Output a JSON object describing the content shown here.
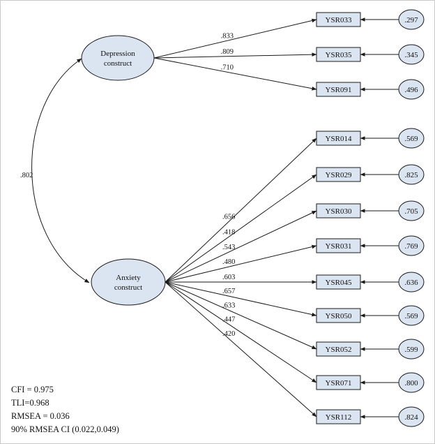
{
  "factors": [
    {
      "id": "dep",
      "lines": [
        "Depression",
        "construct"
      ]
    },
    {
      "id": "anx",
      "lines": [
        "Anxiety",
        "construct"
      ]
    }
  ],
  "correlation": ".802",
  "indicators": [
    {
      "name": "YSR033",
      "factor": "dep",
      "loading": ".833",
      "error": ".297"
    },
    {
      "name": "YSR035",
      "factor": "dep",
      "loading": ".809",
      "error": ".345"
    },
    {
      "name": "YSR091",
      "factor": "dep",
      "loading": ".710",
      "error": ".496"
    },
    {
      "name": "YSR014",
      "factor": "anx",
      "loading": ".656",
      "error": ".569"
    },
    {
      "name": "YSR029",
      "factor": "anx",
      "loading": ".418",
      "error": ".825"
    },
    {
      "name": "YSR030",
      "factor": "anx",
      "loading": ".543",
      "error": ".705"
    },
    {
      "name": "YSR031",
      "factor": "anx",
      "loading": ".480",
      "error": ".769"
    },
    {
      "name": "YSR045",
      "factor": "anx",
      "loading": ".603",
      "error": ".636"
    },
    {
      "name": "YSR050",
      "factor": "anx",
      "loading": ".657",
      "error": ".569"
    },
    {
      "name": "YSR052",
      "factor": "anx",
      "loading": ".633",
      "error": ".599"
    },
    {
      "name": "YSR071",
      "factor": "anx",
      "loading": ".447",
      "error": ".800"
    },
    {
      "name": "YSR112",
      "factor": "anx",
      "loading": ".420",
      "error": ".824"
    }
  ],
  "fit": [
    "CFI = 0.975",
    "TLI=0.968",
    "RMSEA = 0.036",
    "90% RMSEA CI (0.022,0.049)"
  ]
}
